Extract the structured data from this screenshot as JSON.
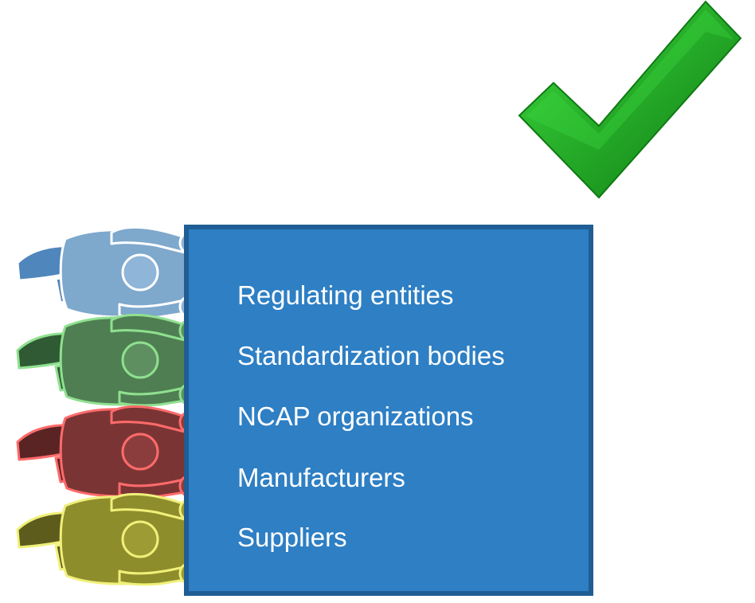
{
  "board": {
    "items": [
      "Regulating entities",
      "Standardization bodies",
      "NCAP organizations",
      "Manufacturers",
      "Suppliers"
    ],
    "fill_color": "#2e7fc4",
    "border_color": "#1f5d94"
  },
  "people": [
    {
      "shirt": "#7ea8cc",
      "arm": "#4f86bc",
      "head": "#8fb5d8",
      "outline": "#ffffff"
    },
    {
      "shirt": "#4f7e52",
      "arm": "#2f5a33",
      "head": "#5e8f61",
      "outline": "#8fe08f"
    },
    {
      "shirt": "#7b3434",
      "arm": "#5a2424",
      "head": "#8b3d3d",
      "outline": "#ff6b6b"
    },
    {
      "shirt": "#8e8d2c",
      "arm": "#5d5c1c",
      "head": "#9d9c34",
      "outline": "#f0f07a"
    }
  ],
  "checkmark": {
    "icon": "checkmark-icon",
    "color": "#19b31d",
    "highlight": "#3ddb3f",
    "shadow": "#0e7a12"
  }
}
